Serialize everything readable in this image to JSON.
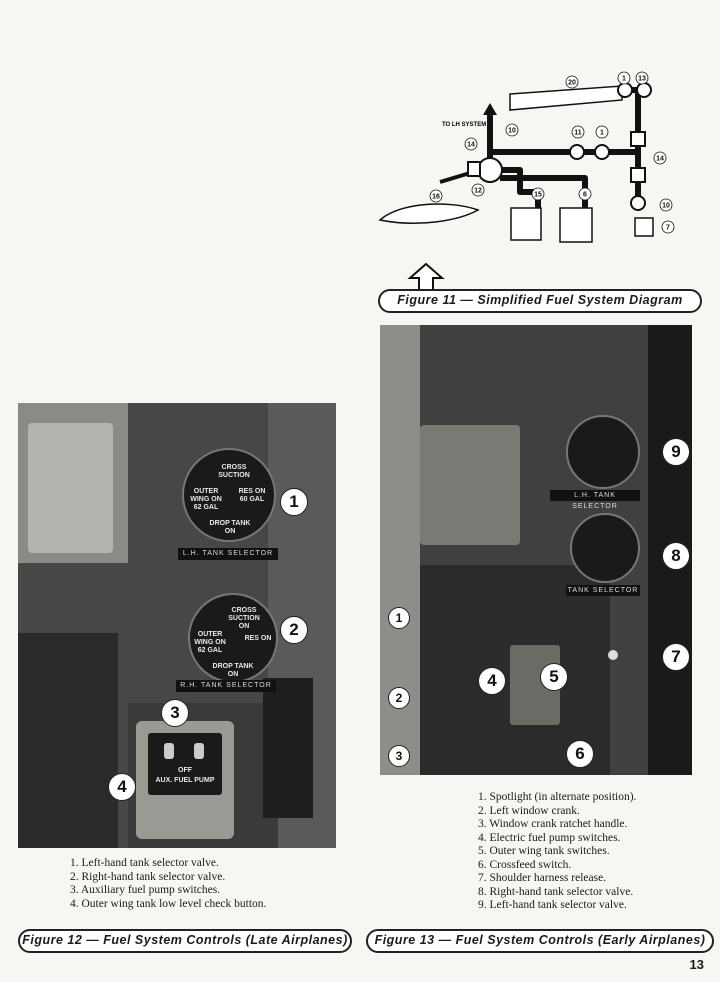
{
  "fig11": {
    "caption": "Figure 11 — Simplified Fuel System Diagram",
    "to_lh_system": "TO LH SYSTEM",
    "callouts": [
      "20",
      "1",
      "13",
      "10",
      "11",
      "1",
      "14",
      "12",
      "15",
      "6",
      "16",
      "14",
      "10",
      "7"
    ]
  },
  "fig12": {
    "caption": "Figure 12 — Fuel System Controls (Late Airplanes)",
    "callouts": [
      "1",
      "2",
      "3",
      "4"
    ],
    "dial_upper": {
      "top": "CROSS SUCTION",
      "left": "OUTER WING ON 62 GAL",
      "right": "RES ON 60 GAL",
      "bottom": "DROP TANK ON"
    },
    "dial_lower": {
      "top": "CROSS SUCTION ON",
      "left": "OUTER WING ON 62 GAL",
      "right": "RES ON",
      "bottom": "DROP TANK ON"
    },
    "plate_upper": "L.H. TANK SELECTOR",
    "plate_lower": "R.H. TANK SELECTOR",
    "pump_label": "AUX. FUEL PUMP",
    "pump_off": "OFF",
    "legend": [
      "1. Left-hand tank selector valve.",
      "2. Right-hand tank selector valve.",
      "3. Auxiliary fuel pump switches.",
      "4. Outer wing tank low level check button."
    ]
  },
  "fig13": {
    "caption": "Figure 13 — Fuel System Controls (Early Airplanes)",
    "callouts": [
      "9",
      "8",
      "7",
      "6",
      "5",
      "4",
      "1",
      "2",
      "3"
    ],
    "plate_lh": "L.H. TANK SELECTOR",
    "plate_rh": "TANK SELECTOR",
    "legend": [
      "1. Spotlight (in alternate position).",
      "2. Left window crank.",
      "3. Window crank ratchet handle.",
      "4. Electric fuel pump switches.",
      "5. Outer wing tank switches.",
      "6. Crossfeed switch.",
      "7. Shoulder harness release.",
      "8. Right-hand tank selector valve.",
      "9. Left-hand tank selector valve."
    ]
  },
  "page_number": "13"
}
